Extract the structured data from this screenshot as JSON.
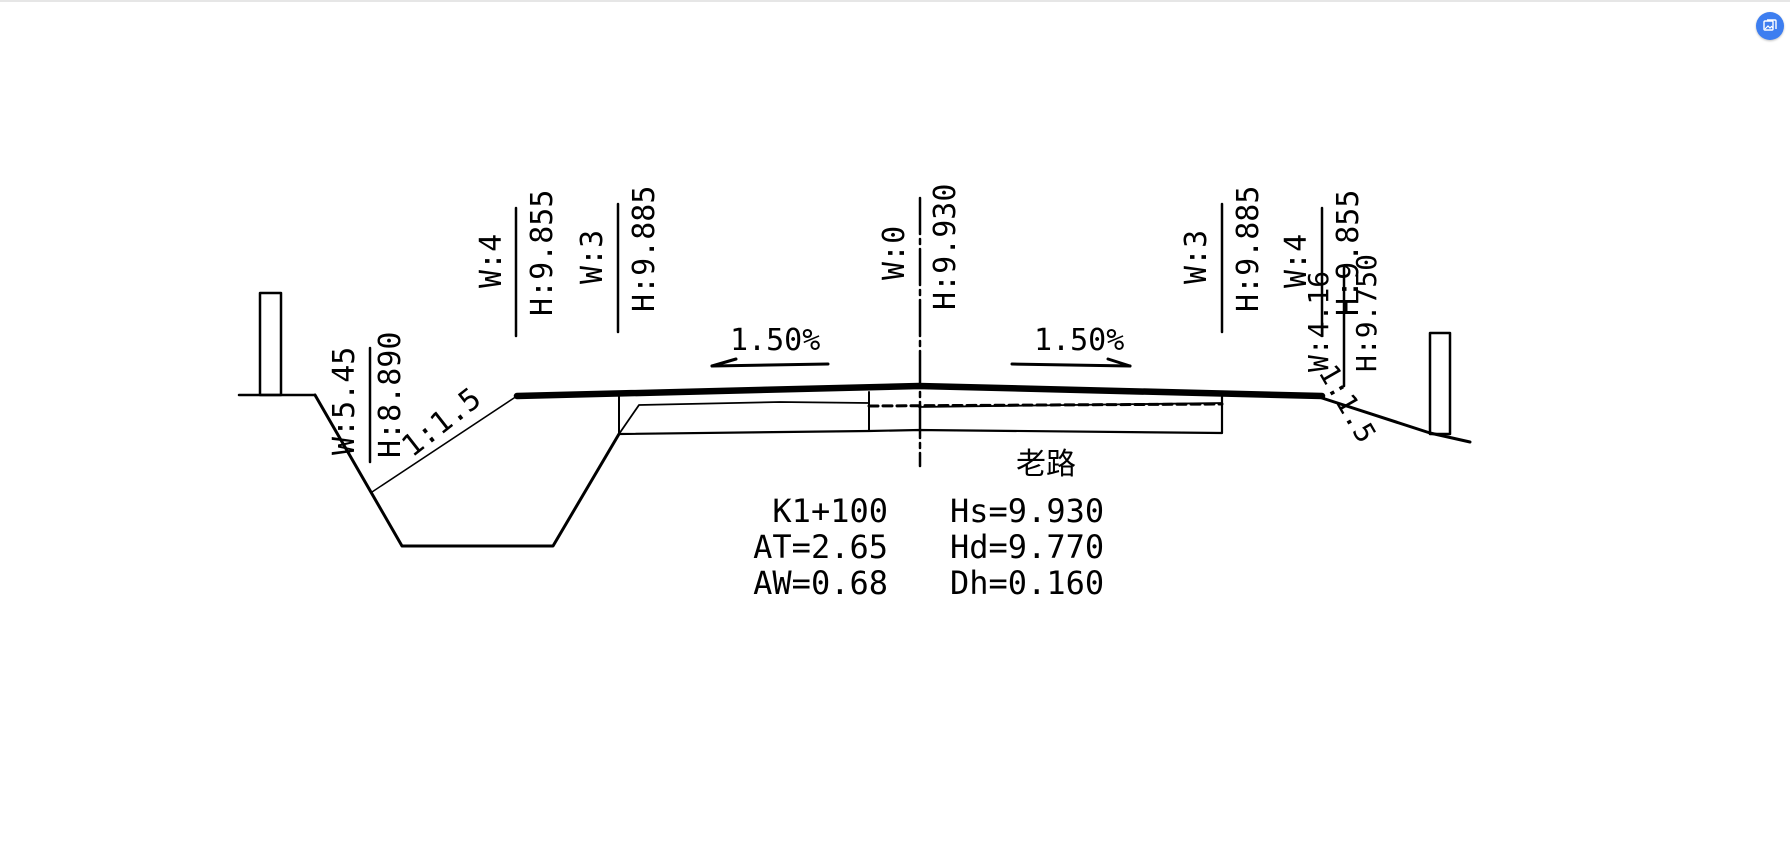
{
  "ui": {
    "accent_color": "#3d7ef0",
    "corner_button_icon": "gallery-icon"
  },
  "drawing": {
    "left_ditch": {
      "w_label": "W:5.45",
      "h_label": "H:8.890",
      "slope_label": "1:1.5"
    },
    "left_shoulder": {
      "w_label": "W:4",
      "h_label": "H:9.855"
    },
    "left_edge": {
      "w_label": "W:3",
      "h_label": "H:9.885"
    },
    "centerline": {
      "w_label": "W:0",
      "h_label": "H:9.930"
    },
    "right_edge": {
      "w_label": "W:3",
      "h_label": "H:9.885"
    },
    "right_shoulder": {
      "w_label": "W:4",
      "h_label": "H:9.855"
    },
    "right_slope": {
      "w_label": "W:4.16",
      "h_label": "H:9.750",
      "slope_label": "1:1.5"
    },
    "left_crossfall": "1.50%",
    "right_crossfall": "1.50%",
    "old_road_label": "老路",
    "station_info": {
      "station": "K1+100",
      "at": "AT=2.65",
      "aw": "AW=0.68",
      "hs": "Hs=9.930",
      "hd": "Hd=9.770",
      "dh": "Dh=0.160"
    }
  }
}
